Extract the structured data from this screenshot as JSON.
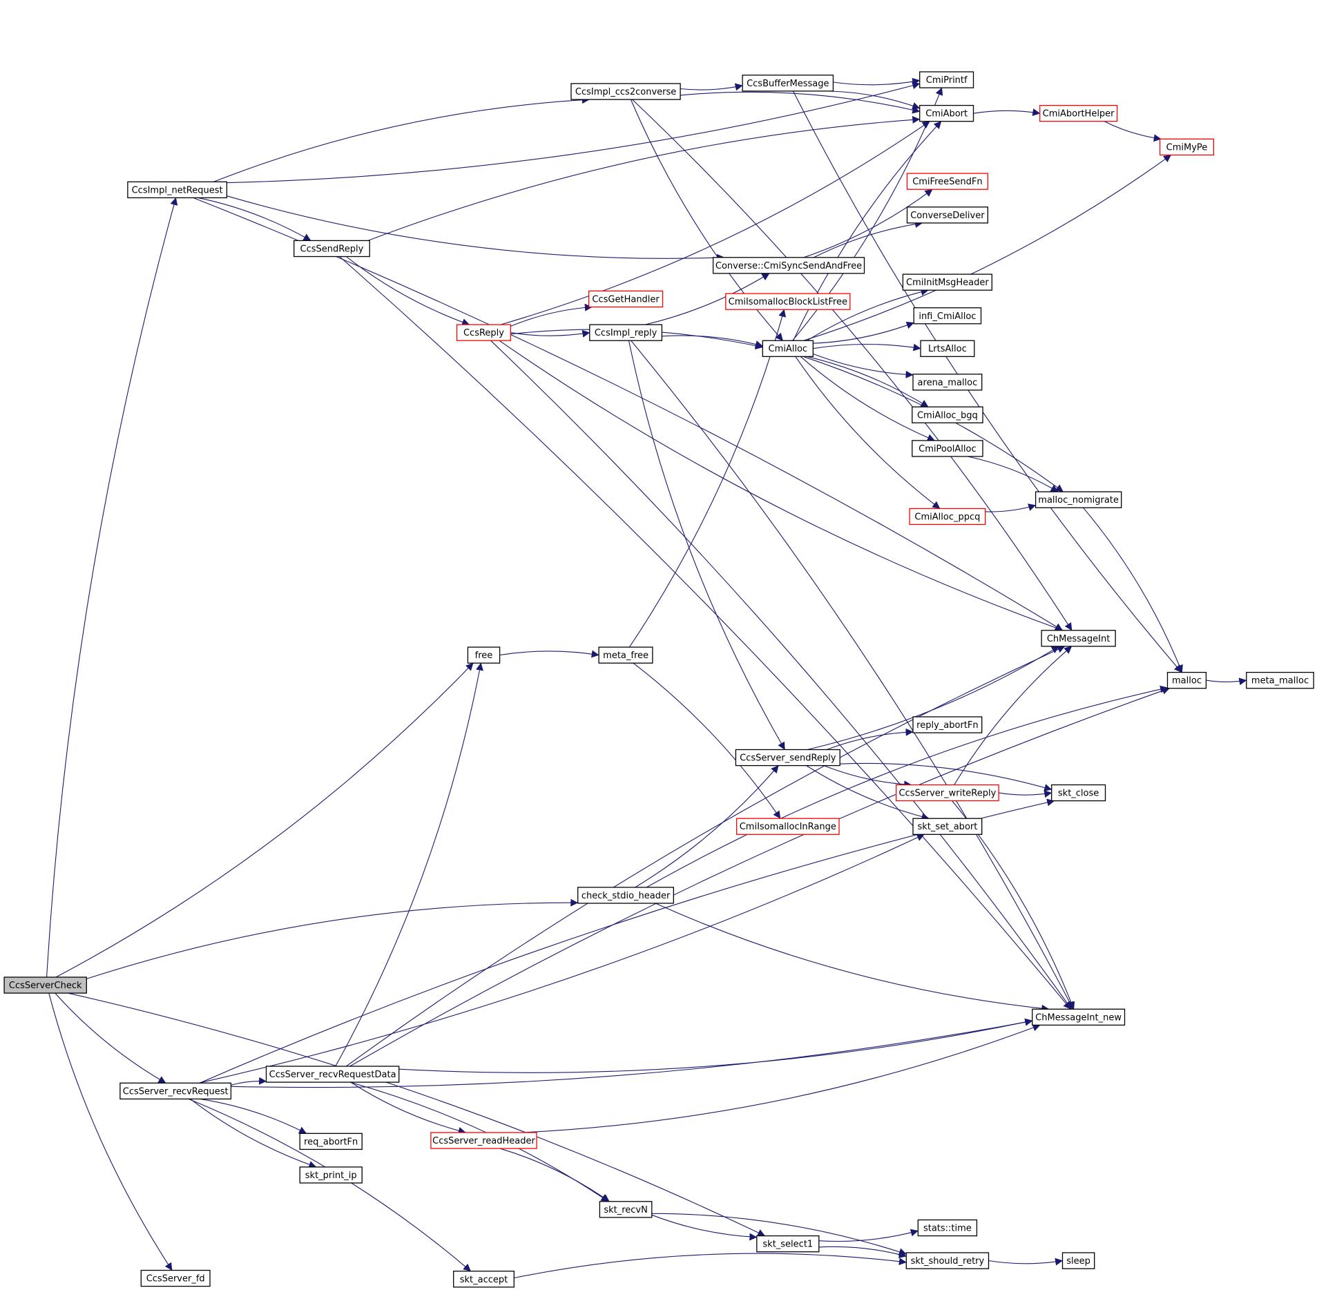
{
  "colors": {
    "edge": "#191970",
    "box_border": "#000000",
    "box_border_undocumented": "#ff0000",
    "box_fill": "#ffffff",
    "root_fill": "#bfbfbf"
  },
  "nodes": [
    {
      "id": "CcsServerCheck",
      "label": "CcsServerCheck",
      "style": "root"
    },
    {
      "id": "CcsImpl_netRequest",
      "label": "CcsImpl_netRequest",
      "style": "normal"
    },
    {
      "id": "CcsImpl_ccs2converse",
      "label": "CcsImpl_ccs2converse",
      "style": "normal"
    },
    {
      "id": "CcsBufferMessage",
      "label": "CcsBufferMessage",
      "style": "normal"
    },
    {
      "id": "CmiPrintf",
      "label": "CmiPrintf",
      "style": "normal"
    },
    {
      "id": "CmiAbort",
      "label": "CmiAbort",
      "style": "normal"
    },
    {
      "id": "CmiAbortHelper",
      "label": "CmiAbortHelper",
      "style": "red"
    },
    {
      "id": "CmiMyPe",
      "label": "CmiMyPe",
      "style": "red"
    },
    {
      "id": "CmiFreeSendFn",
      "label": "CmiFreeSendFn",
      "style": "red"
    },
    {
      "id": "ConverseDeliver",
      "label": "ConverseDeliver",
      "style": "normal"
    },
    {
      "id": "CcsSendReply",
      "label": "CcsSendReply",
      "style": "normal"
    },
    {
      "id": "Converse_CmiSyncSendAndFree",
      "label": "Converse::CmiSyncSendAndFree",
      "style": "normal"
    },
    {
      "id": "CmiInitMsgHeader",
      "label": "CmiInitMsgHeader",
      "style": "normal"
    },
    {
      "id": "CcsGetHandler",
      "label": "CcsGetHandler",
      "style": "red"
    },
    {
      "id": "CmiIsomallocBlockListFree",
      "label": "CmiIsomallocBlockListFree",
      "style": "red"
    },
    {
      "id": "infi_CmiAlloc",
      "label": "infi_CmiAlloc",
      "style": "normal"
    },
    {
      "id": "CcsReply",
      "label": "CcsReply",
      "style": "red"
    },
    {
      "id": "CcsImpl_reply",
      "label": "CcsImpl_reply",
      "style": "normal"
    },
    {
      "id": "CmiAlloc",
      "label": "CmiAlloc",
      "style": "normal"
    },
    {
      "id": "LrtsAlloc",
      "label": "LrtsAlloc",
      "style": "normal"
    },
    {
      "id": "arena_malloc",
      "label": "arena_malloc",
      "style": "normal"
    },
    {
      "id": "CmiAlloc_bgq",
      "label": "CmiAlloc_bgq",
      "style": "normal"
    },
    {
      "id": "CmiPoolAlloc",
      "label": "CmiPoolAlloc",
      "style": "normal"
    },
    {
      "id": "malloc_nomigrate",
      "label": "malloc_nomigrate",
      "style": "normal"
    },
    {
      "id": "CmiAlloc_ppcq",
      "label": "CmiAlloc_ppcq",
      "style": "red"
    },
    {
      "id": "ChMessageInt",
      "label": "ChMessageInt",
      "style": "normal"
    },
    {
      "id": "free",
      "label": "free",
      "style": "normal"
    },
    {
      "id": "meta_free",
      "label": "meta_free",
      "style": "normal"
    },
    {
      "id": "malloc",
      "label": "malloc",
      "style": "normal"
    },
    {
      "id": "meta_malloc",
      "label": "meta_malloc",
      "style": "normal"
    },
    {
      "id": "reply_abortFn",
      "label": "reply_abortFn",
      "style": "normal"
    },
    {
      "id": "CcsServer_sendReply",
      "label": "CcsServer_sendReply",
      "style": "normal"
    },
    {
      "id": "CcsServer_writeReply",
      "label": "CcsServer_writeReply",
      "style": "red"
    },
    {
      "id": "skt_close",
      "label": "skt_close",
      "style": "normal"
    },
    {
      "id": "CmiIsomallocInRange",
      "label": "CmiIsomallocInRange",
      "style": "red"
    },
    {
      "id": "skt_set_abort",
      "label": "skt_set_abort",
      "style": "normal"
    },
    {
      "id": "check_stdio_header",
      "label": "check_stdio_header",
      "style": "normal"
    },
    {
      "id": "ChMessageInt_new",
      "label": "ChMessageInt_new",
      "style": "normal"
    },
    {
      "id": "CcsServer_recvRequestData",
      "label": "CcsServer_recvRequestData",
      "style": "normal"
    },
    {
      "id": "CcsServer_recvRequest",
      "label": "CcsServer_recvRequest",
      "style": "normal"
    },
    {
      "id": "CcsServer_readHeader",
      "label": "CcsServer_readHeader",
      "style": "red"
    },
    {
      "id": "req_abortFn",
      "label": "req_abortFn",
      "style": "normal"
    },
    {
      "id": "skt_print_ip",
      "label": "skt_print_ip",
      "style": "normal"
    },
    {
      "id": "skt_recvN",
      "label": "skt_recvN",
      "style": "normal"
    },
    {
      "id": "stats_time",
      "label": "stats::time",
      "style": "normal"
    },
    {
      "id": "skt_select1",
      "label": "skt_select1",
      "style": "normal"
    },
    {
      "id": "skt_should_retry",
      "label": "skt_should_retry",
      "style": "normal"
    },
    {
      "id": "sleep",
      "label": "sleep",
      "style": "normal"
    },
    {
      "id": "CcsServer_fd",
      "label": "CcsServer_fd",
      "style": "normal"
    },
    {
      "id": "skt_accept",
      "label": "skt_accept",
      "style": "normal"
    }
  ],
  "edges": [
    [
      "CcsServerCheck",
      "CcsImpl_netRequest"
    ],
    [
      "CcsServerCheck",
      "free"
    ],
    [
      "CcsServerCheck",
      "check_stdio_header"
    ],
    [
      "CcsServerCheck",
      "CcsServer_recvRequest"
    ],
    [
      "CcsServerCheck",
      "skt_select1"
    ],
    [
      "CcsServerCheck",
      "CcsServer_fd"
    ],
    [
      "CcsImpl_netRequest",
      "CcsImpl_ccs2converse"
    ],
    [
      "CcsImpl_netRequest",
      "CmiPrintf"
    ],
    [
      "CcsImpl_netRequest",
      "CcsSendReply"
    ],
    [
      "CcsImpl_netRequest",
      "Converse_CmiSyncSendAndFree"
    ],
    [
      "CcsImpl_netRequest",
      "ChMessageInt"
    ],
    [
      "CcsImpl_ccs2converse",
      "CcsBufferMessage"
    ],
    [
      "CcsImpl_ccs2converse",
      "CmiAbort"
    ],
    [
      "CcsImpl_ccs2converse",
      "CmiAlloc"
    ],
    [
      "CcsImpl_ccs2converse",
      "ChMessageInt"
    ],
    [
      "CcsBufferMessage",
      "CmiPrintf"
    ],
    [
      "CcsBufferMessage",
      "CmiAbort"
    ],
    [
      "CcsBufferMessage",
      "malloc"
    ],
    [
      "CmiAbort",
      "CmiAbortHelper"
    ],
    [
      "CmiAbortHelper",
      "CmiMyPe"
    ],
    [
      "CcsSendReply",
      "CmiAbort"
    ],
    [
      "CcsSendReply",
      "CcsReply"
    ],
    [
      "CcsSendReply",
      "ChMessageInt_new"
    ],
    [
      "Converse_CmiSyncSendAndFree",
      "CmiFreeSendFn"
    ],
    [
      "Converse_CmiSyncSendAndFree",
      "ConverseDeliver"
    ],
    [
      "CcsReply",
      "CmiAbort"
    ],
    [
      "CcsReply",
      "CcsGetHandler"
    ],
    [
      "CcsReply",
      "CcsImpl_reply"
    ],
    [
      "CcsReply",
      "CmiAlloc"
    ],
    [
      "CcsReply",
      "ChMessageInt"
    ],
    [
      "CcsReply",
      "ChMessageInt_new"
    ],
    [
      "CcsImpl_reply",
      "Converse_CmiSyncSendAndFree"
    ],
    [
      "CcsImpl_reply",
      "CmiAlloc"
    ],
    [
      "CcsImpl_reply",
      "CcsServer_sendReply"
    ],
    [
      "CcsImpl_reply",
      "ChMessageInt_new"
    ],
    [
      "CmiAlloc",
      "CmiPrintf"
    ],
    [
      "CmiAlloc",
      "CmiAbort"
    ],
    [
      "CmiAlloc",
      "CmiMyPe"
    ],
    [
      "CmiAlloc",
      "CmiInitMsgHeader"
    ],
    [
      "CmiAlloc",
      "infi_CmiAlloc"
    ],
    [
      "CmiAlloc",
      "LrtsAlloc"
    ],
    [
      "CmiAlloc",
      "arena_malloc"
    ],
    [
      "CmiAlloc",
      "CmiAlloc_bgq"
    ],
    [
      "CmiAlloc",
      "CmiPoolAlloc"
    ],
    [
      "CmiAlloc",
      "malloc_nomigrate"
    ],
    [
      "CmiAlloc",
      "CmiAlloc_ppcq"
    ],
    [
      "CmiPoolAlloc",
      "malloc_nomigrate"
    ],
    [
      "CmiAlloc_ppcq",
      "malloc_nomigrate"
    ],
    [
      "malloc_nomigrate",
      "malloc"
    ],
    [
      "malloc",
      "meta_malloc"
    ],
    [
      "free",
      "meta_free"
    ],
    [
      "meta_free",
      "CmiIsomallocBlockListFree"
    ],
    [
      "meta_free",
      "CmiIsomallocInRange"
    ],
    [
      "CcsServer_sendReply",
      "ChMessageInt"
    ],
    [
      "CcsServer_sendReply",
      "reply_abortFn"
    ],
    [
      "CcsServer_sendReply",
      "CcsServer_writeReply"
    ],
    [
      "CcsServer_sendReply",
      "skt_close"
    ],
    [
      "CcsServer_sendReply",
      "skt_set_abort"
    ],
    [
      "CcsServer_writeReply",
      "ChMessageInt"
    ],
    [
      "CcsServer_writeReply",
      "skt_close"
    ],
    [
      "CcsServer_writeReply",
      "ChMessageInt_new"
    ],
    [
      "check_stdio_header",
      "CcsServer_sendReply"
    ],
    [
      "check_stdio_header",
      "malloc"
    ],
    [
      "check_stdio_header",
      "ChMessageInt_new"
    ],
    [
      "CcsServer_recvRequest",
      "CcsServer_recvRequestData"
    ],
    [
      "CcsServer_recvRequest",
      "skt_set_abort"
    ],
    [
      "CcsServer_recvRequest",
      "skt_close"
    ],
    [
      "CcsServer_recvRequest",
      "ChMessageInt_new"
    ],
    [
      "CcsServer_recvRequest",
      "req_abortFn"
    ],
    [
      "CcsServer_recvRequest",
      "skt_print_ip"
    ],
    [
      "CcsServer_recvRequest",
      "skt_accept"
    ],
    [
      "CcsServer_recvRequestData",
      "free"
    ],
    [
      "CcsServer_recvRequestData",
      "ChMessageInt"
    ],
    [
      "CcsServer_recvRequestData",
      "ChMessageInt_new"
    ],
    [
      "CcsServer_recvRequestData",
      "malloc"
    ],
    [
      "CcsServer_recvRequestData",
      "CcsServer_readHeader"
    ],
    [
      "CcsServer_recvRequestData",
      "skt_recvN"
    ],
    [
      "CcsServer_readHeader",
      "ChMessageInt_new"
    ],
    [
      "CcsServer_readHeader",
      "skt_recvN"
    ],
    [
      "skt_recvN",
      "skt_select1"
    ],
    [
      "skt_recvN",
      "skt_should_retry"
    ],
    [
      "skt_select1",
      "stats_time"
    ],
    [
      "skt_select1",
      "skt_should_retry"
    ],
    [
      "skt_should_retry",
      "sleep"
    ],
    [
      "skt_accept",
      "skt_should_retry"
    ]
  ]
}
